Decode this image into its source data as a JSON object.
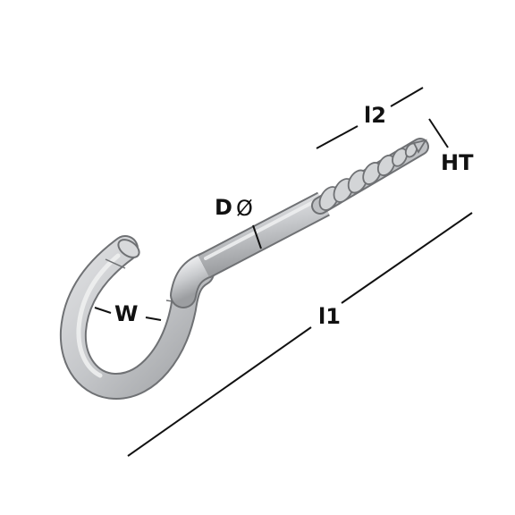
{
  "labels": {
    "l2": "l2",
    "ht": "HT",
    "d": "D",
    "diameter_symbol": "Ø",
    "w": "W",
    "l1": "l1"
  },
  "colors": {
    "metal_outline": "#6f7174",
    "metal_fill": "#c5c7ca",
    "metal_highlight": "#e6e7e9",
    "metal_shadow": "#9a9c9f",
    "dimension_lines": "#111111",
    "text": "#111111"
  },
  "icons": {
    "product": "screw-hook-icon"
  }
}
